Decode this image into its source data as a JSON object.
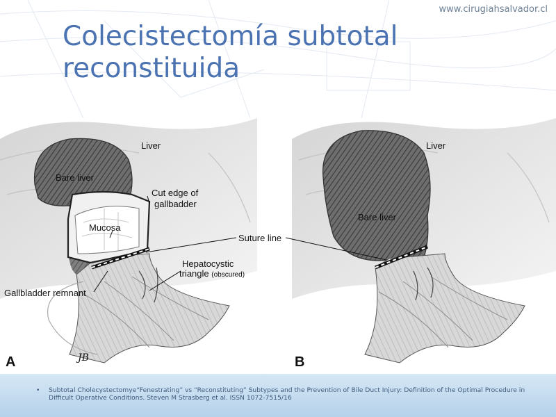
{
  "header": {
    "site_url": "www.cirugiahsalvador.cl",
    "title": "Colecistectomía subtotal reconstituida"
  },
  "figure": {
    "panel_a": {
      "letter": "A",
      "liver": "Liver",
      "bare_liver": "Bare liver",
      "cut_edge_line1": "Cut edge of",
      "cut_edge_line2": "gallbadder",
      "mucosa": "Mucosa",
      "hepatocystic_line1": "Hepatocystic",
      "hepatocystic_line2": "triangle",
      "obscured": "(obscured)",
      "gallbladder_remnant": "Gallbladder remnant",
      "signature": "JB"
    },
    "suture_line": "Suture line",
    "panel_b": {
      "letter": "B",
      "liver": "Liver",
      "bare_liver": "Bare liver"
    }
  },
  "footer": {
    "reference": "Subtotal Cholecystectomye“Fenestrating” vs “Reconstituting” Subtypes and the Prevention of Bile Duct Injury: Definition of the Optimal Procedure in Difficult Operative Conditions. Steven M Strasberg et al. ISSN 1072-7515/16"
  }
}
